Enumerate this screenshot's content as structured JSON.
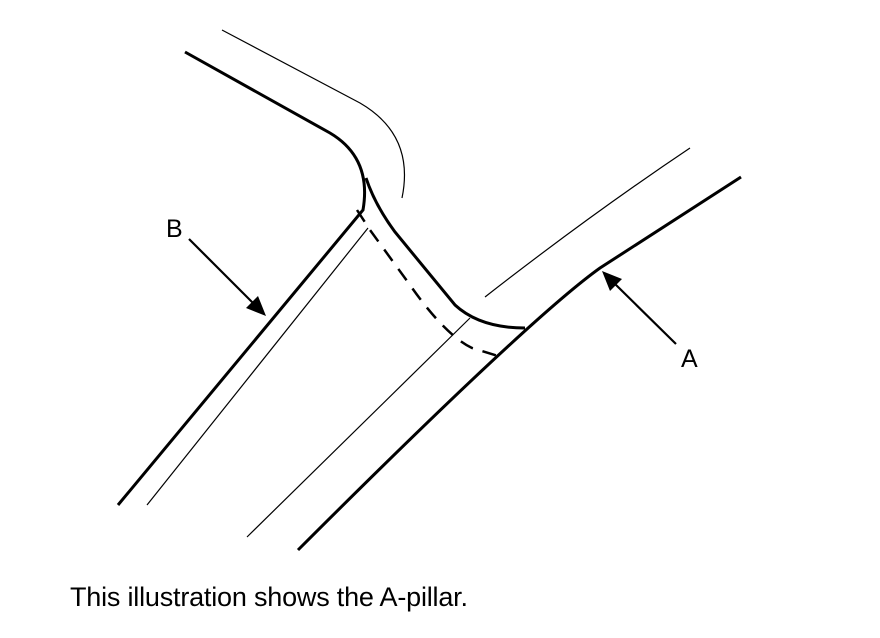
{
  "diagram": {
    "label_a": "A",
    "label_b": "B"
  },
  "caption": "This illustration shows the A-pillar."
}
